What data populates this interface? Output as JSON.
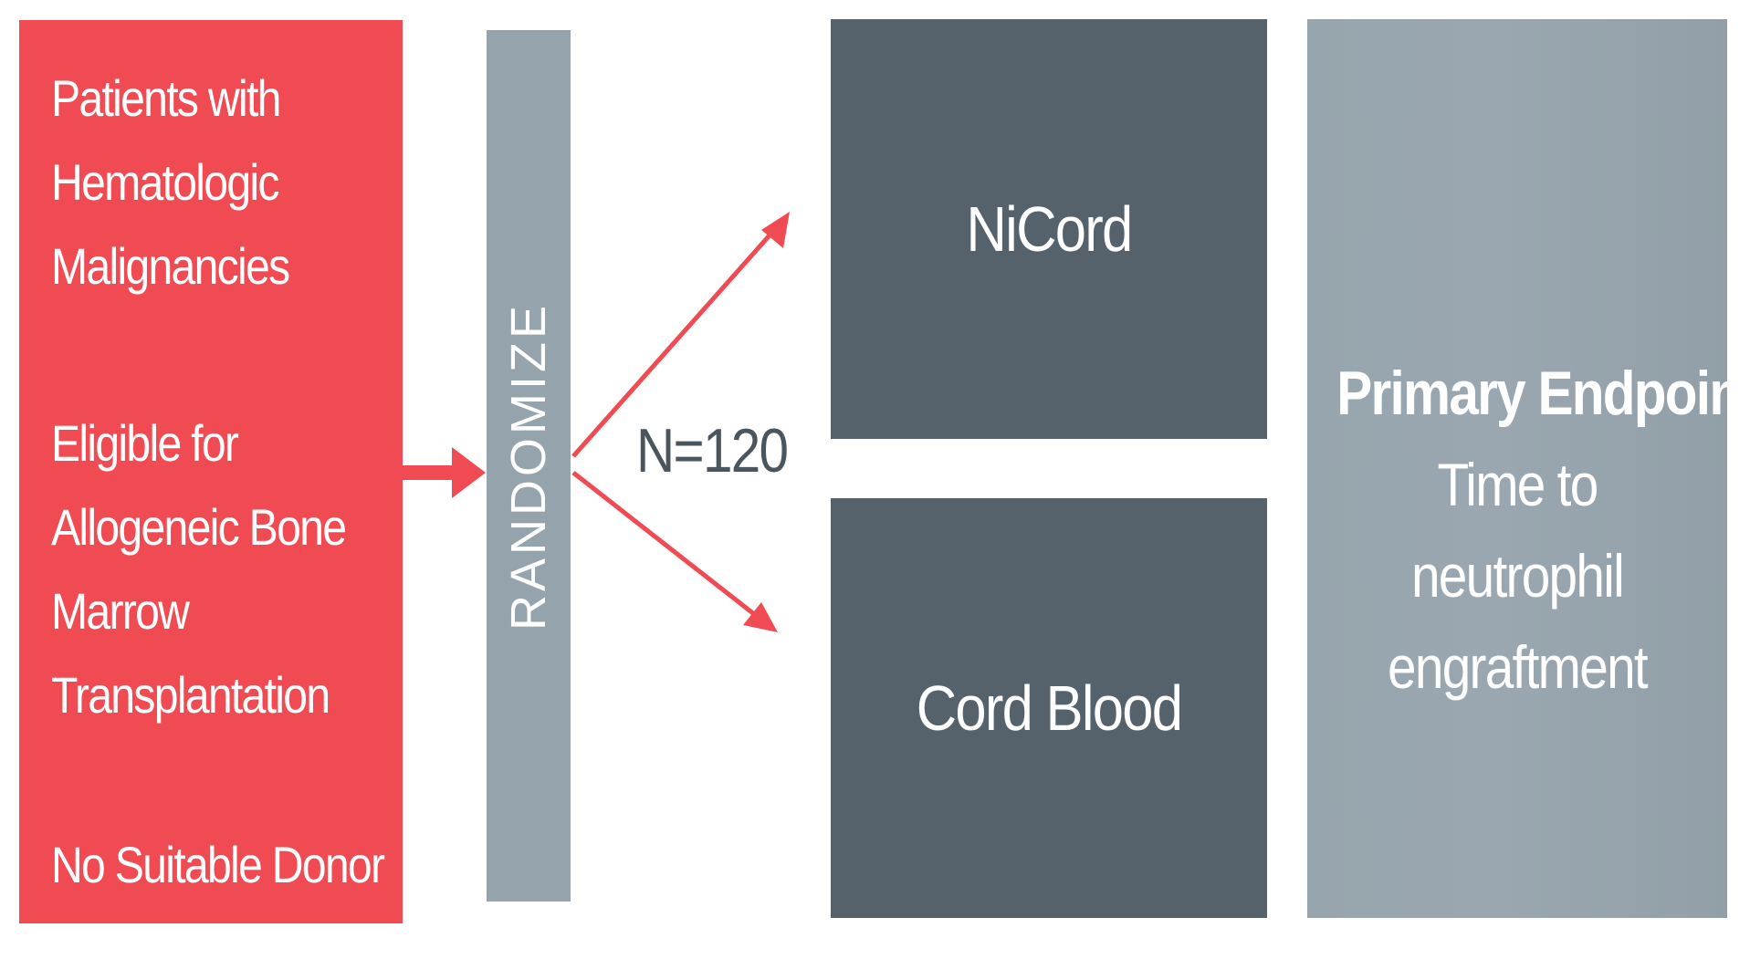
{
  "eligibility": {
    "groups": [
      [
        "Patients with",
        "Hematologic",
        "Malignancies"
      ],
      [
        "Eligible for",
        "Allogeneic Bone",
        "Marrow",
        "Transplantation"
      ],
      [
        "No Suitable Donor"
      ]
    ]
  },
  "randomize": {
    "label": "RANDOMIZE"
  },
  "sample_size": {
    "label": "N=120"
  },
  "arms": [
    {
      "label": "NiCord"
    },
    {
      "label": "Cord Blood"
    }
  ],
  "endpoint": {
    "title": "Primary Endpoint",
    "description_lines": [
      "Time to neutrophil",
      "engraftment"
    ]
  },
  "colors": {
    "eligibility_bg": "#f04b53",
    "randomize_bg": "#94a3ac",
    "arm_bg": "#55616b",
    "endpoint_bg": "#97a5ae",
    "arrow": "#f04b53",
    "text_dark": "#4b555e"
  }
}
